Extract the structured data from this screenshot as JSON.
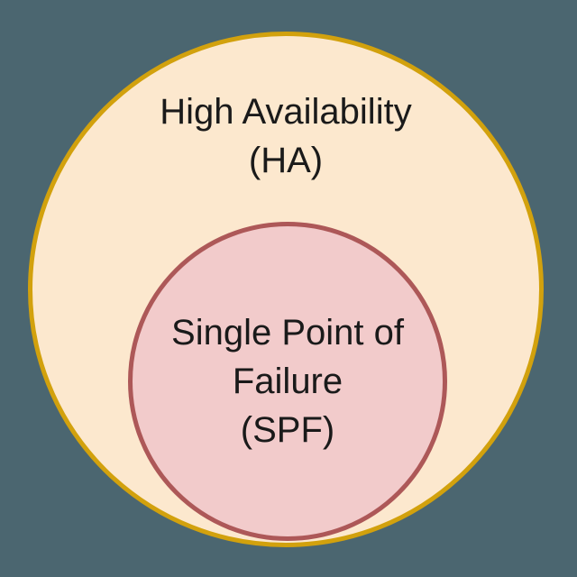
{
  "diagram": {
    "type": "nested-venn",
    "background_color": "#4B6670",
    "outer_circle": {
      "title": "High Availability",
      "abbr": "(HA)",
      "fill_color": "#FCE8CE",
      "border_color": "#D2A10D"
    },
    "inner_circle": {
      "title_line1": "Single Point of",
      "title_line2": "Failure",
      "abbr": "(SPF)",
      "fill_color": "#F2CBCB",
      "border_color": "#AD5858"
    },
    "text_color": "#1A1A1A"
  }
}
